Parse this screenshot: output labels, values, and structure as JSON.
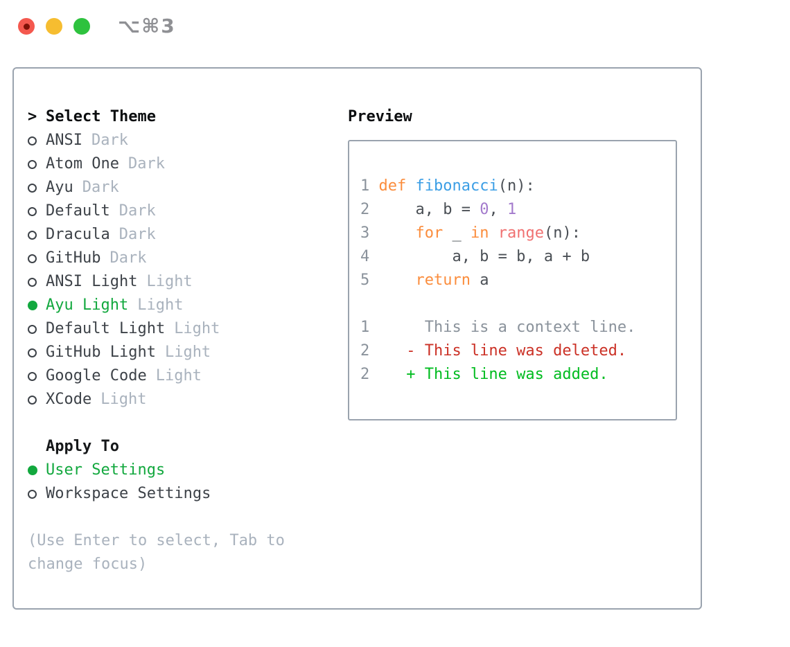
{
  "window": {
    "title": "⌥⌘3",
    "traffic_lights": [
      {
        "name": "close",
        "color_key": "red",
        "has_dot": true
      },
      {
        "name": "minimize",
        "color_key": "yellow",
        "has_dot": false
      },
      {
        "name": "zoom",
        "color_key": "green",
        "has_dot": false
      }
    ]
  },
  "theme_panel": {
    "header": {
      "marker": ">",
      "label": "Select Theme"
    },
    "themes": [
      {
        "name": "ANSI",
        "variant": "Dark",
        "selected": false
      },
      {
        "name": "Atom One",
        "variant": "Dark",
        "selected": false
      },
      {
        "name": "Ayu",
        "variant": "Dark",
        "selected": false
      },
      {
        "name": "Default",
        "variant": "Dark",
        "selected": false
      },
      {
        "name": "Dracula",
        "variant": "Dark",
        "selected": false
      },
      {
        "name": "GitHub",
        "variant": "Dark",
        "selected": false
      },
      {
        "name": "ANSI Light",
        "variant": "Light",
        "selected": false
      },
      {
        "name": "Ayu Light",
        "variant": "Light",
        "selected": true
      },
      {
        "name": "Default Light",
        "variant": "Light",
        "selected": false
      },
      {
        "name": "GitHub Light",
        "variant": "Light",
        "selected": false
      },
      {
        "name": "Google Code",
        "variant": "Light",
        "selected": false
      },
      {
        "name": "XCode",
        "variant": "Light",
        "selected": false
      }
    ],
    "apply_to": {
      "label": "Apply To",
      "options": [
        {
          "label": "User Settings",
          "selected": true
        },
        {
          "label": "Workspace Settings",
          "selected": false
        }
      ]
    },
    "help_text": "(Use Enter to select, Tab to change focus)"
  },
  "preview": {
    "title": "Preview",
    "lines": [
      {
        "kind": "code",
        "num": "1",
        "segs": [
          {
            "text": "def",
            "color": "keyword"
          },
          {
            "text": " ",
            "color": "plain"
          },
          {
            "text": "fibonacci",
            "color": "function"
          },
          {
            "text": "(n):",
            "color": "plain"
          }
        ]
      },
      {
        "kind": "code",
        "num": "2",
        "segs": [
          {
            "text": "    a, b = ",
            "color": "plain"
          },
          {
            "text": "0",
            "color": "number"
          },
          {
            "text": ", ",
            "color": "plain"
          },
          {
            "text": "1",
            "color": "number"
          }
        ]
      },
      {
        "kind": "code",
        "num": "3",
        "segs": [
          {
            "text": "    ",
            "color": "plain"
          },
          {
            "text": "for",
            "color": "keyword"
          },
          {
            "text": " _ ",
            "color": "plain"
          },
          {
            "text": "in",
            "color": "keyword"
          },
          {
            "text": " ",
            "color": "plain"
          },
          {
            "text": "range",
            "color": "builtin"
          },
          {
            "text": "(n):",
            "color": "plain"
          }
        ]
      },
      {
        "kind": "code",
        "num": "4",
        "segs": [
          {
            "text": "        a, b = b, a + b",
            "color": "plain"
          }
        ]
      },
      {
        "kind": "code",
        "num": "5",
        "segs": [
          {
            "text": "    ",
            "color": "plain"
          },
          {
            "text": "return",
            "color": "keyword"
          },
          {
            "text": " a",
            "color": "plain"
          }
        ]
      },
      {
        "kind": "blank",
        "num": "",
        "segs": []
      },
      {
        "kind": "diff",
        "num": "1",
        "segs": [
          {
            "text": "     This is a context line.",
            "color": "context"
          }
        ]
      },
      {
        "kind": "diff",
        "num": "2",
        "segs": [
          {
            "text": "   - This line was deleted.",
            "color": "deleted"
          }
        ]
      },
      {
        "kind": "diff",
        "num": "2",
        "segs": [
          {
            "text": "   + This line was added.",
            "color": "added"
          }
        ]
      }
    ]
  },
  "colors": {
    "accent_green": "#12a83e",
    "panel_border": "#9aa3ae",
    "text_primary": "#3d4248",
    "text_muted": "#a9b2bd",
    "header_text": "#0c0e10",
    "window_title": "#8f9094",
    "traffic": {
      "red": "#f4584e",
      "red_dot": "#7f1106",
      "yellow": "#f6bd30",
      "green": "#2ec23e"
    },
    "syntax": {
      "keyword": "#fb8d3d",
      "function": "#3b9ee5",
      "number": "#a37acc",
      "builtin": "#f07171",
      "plain": "#4a4f55",
      "linenum": "#8a929b",
      "context": "#8a929b",
      "deleted": "#cb3126",
      "added": "#01bc20"
    }
  }
}
